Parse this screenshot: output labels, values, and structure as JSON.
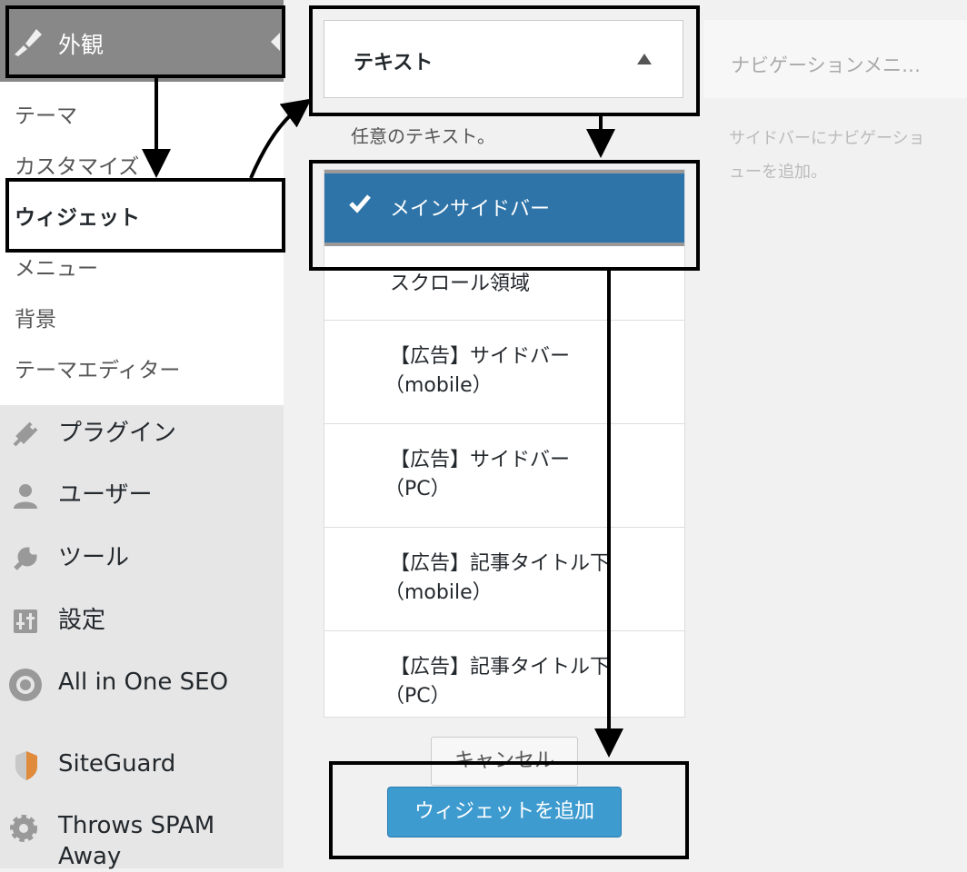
{
  "sidebar": {
    "active_menu": {
      "label": "外観",
      "icon": "appearance-brush-icon"
    },
    "submenu": [
      {
        "label": "テーマ"
      },
      {
        "label": "カスタマイズ"
      },
      {
        "label": "ウィジェット",
        "current": true
      },
      {
        "label": "メニュー"
      },
      {
        "label": "背景"
      },
      {
        "label": "テーマエディター"
      }
    ],
    "menu": [
      {
        "label": "プラグイン",
        "icon": "plugin-icon"
      },
      {
        "label": "ユーザー",
        "icon": "user-icon"
      },
      {
        "label": "ツール",
        "icon": "wrench-icon"
      },
      {
        "label": "設定",
        "icon": "settings-sliders-icon"
      },
      {
        "label": "All in One SEO",
        "icon": "aioseo-gear-icon"
      },
      {
        "label": "SiteGuard",
        "icon": "siteguard-shield-icon"
      },
      {
        "label": "Throws SPAM Away",
        "icon": "gear-icon"
      }
    ]
  },
  "widget": {
    "title": "テキスト",
    "description": "任意のテキスト。",
    "chooser_options": [
      {
        "label": "メインサイドバー",
        "selected": true
      },
      {
        "label": "スクロール領域"
      },
      {
        "label": "【広告】サイドバー",
        "label2": "（mobile）"
      },
      {
        "label": "【広告】サイドバー",
        "label2": "（PC）"
      },
      {
        "label": "【広告】記事タイトル下",
        "label2": "（mobile）"
      },
      {
        "label": "【広告】記事タイトル下",
        "label2": "（PC）"
      }
    ],
    "cancel_label": "キャンセル",
    "add_label": "ウィジェットを追加"
  },
  "nav_widget": {
    "title": "ナビゲーションメニ…",
    "description_line1": "サイドバーにナビゲーショ",
    "description_line2": "ューを追加。"
  },
  "colors": {
    "selected_option": "#2e74a8",
    "add_button": "#3d9bd0",
    "active_menu": "#888888"
  }
}
